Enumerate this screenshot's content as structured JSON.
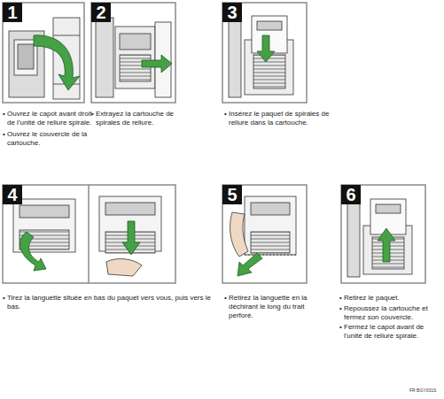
{
  "diagram": {
    "labels": [
      "1",
      "2",
      "3",
      "• Ouvrez le capot avant droit de l'unité de reliure spirale.",
      "• Ouvrez le couvercle de la cartouche.",
      "• Extrayez la cartouche de spirales de reliure.",
      "• Insérez le paquet de spirales de reliure dans la cartouche.",
      "4",
      "5",
      "6",
      "• Tirez la languette située en bas du paquet vers vous, puis vers le bas.",
      "• Retirez la languette en la déchirant le long du trait perforé.",
      "• Retirez le paquet.",
      "• Repoussez la cartouche et fermez son couvercle.",
      "• Fermez le capot avant de l'unité de reliure spirale.",
      "FR BGY001S"
    ]
  }
}
